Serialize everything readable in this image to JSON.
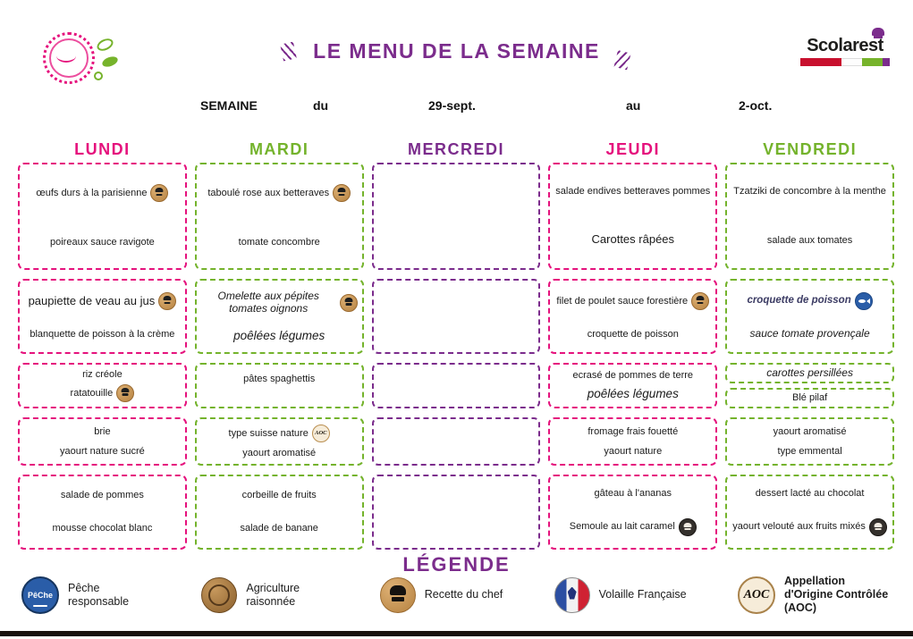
{
  "colors": {
    "pink": "#e5127d",
    "green": "#74b32c",
    "purple": "#7b2c8c",
    "accent_dish": "#3c3c64",
    "peche_blue": "#2a5da8",
    "chef_bronze": "#b5813f"
  },
  "header": {
    "title": "LE MENU DE LA SEMAINE",
    "brand": "Scolarest"
  },
  "week": {
    "label": "SEMAINE",
    "du": "du",
    "start": "29-sept.",
    "au": "au",
    "end": "2-oct."
  },
  "days": [
    {
      "name": "LUNDI",
      "color": "#e5127d",
      "rows": [
        {
          "icon": "recette-du-chef",
          "lines": [
            {
              "text": "œufs durs à la parisienne"
            },
            {
              "text": "poireaux sauce ravigote"
            }
          ]
        },
        {
          "icon": "recette-du-chef",
          "lines": [
            {
              "text": "paupiette de veau au jus"
            },
            {
              "text": "blanquette de poisson à la crème"
            }
          ]
        },
        {
          "icon": "recette-du-chef",
          "lines": [
            {
              "text": "riz créole"
            },
            {
              "text": "ratatouille"
            }
          ]
        },
        {
          "lines": [
            {
              "text": "brie"
            },
            {
              "text": "yaourt nature sucré"
            }
          ]
        },
        {
          "lines": [
            {
              "text": "salade de pommes"
            },
            {
              "text": "mousse chocolat blanc"
            }
          ]
        }
      ]
    },
    {
      "name": "MARDI",
      "color": "#74b32c",
      "rows": [
        {
          "icon": "recette-du-chef",
          "lines": [
            {
              "text": "taboulé rose aux betteraves"
            },
            {
              "text": "tomate concombre"
            }
          ]
        },
        {
          "icon": "recette-du-chef",
          "lines": [
            {
              "text": "Omelette aux pépites tomates oignons"
            },
            {
              "text": "poêlées légumes"
            }
          ]
        },
        {
          "lines": [
            {
              "text": "pâtes spaghettis"
            }
          ]
        },
        {
          "icon": "aoc",
          "lines": [
            {
              "text": "type suisse nature"
            },
            {
              "text": "yaourt aromatisé"
            }
          ]
        },
        {
          "lines": [
            {
              "text": "corbeille de fruits"
            },
            {
              "text": "salade de banane"
            }
          ]
        }
      ]
    },
    {
      "name": "MERCREDI",
      "color": "#7b2c8c",
      "rows": [
        {
          "lines": []
        },
        {
          "lines": []
        },
        {
          "lines": []
        },
        {
          "lines": []
        },
        {
          "lines": []
        }
      ]
    },
    {
      "name": "JEUDI",
      "color": "#e5127d",
      "rows": [
        {
          "lines": [
            {
              "text": "salade endives betteraves pommes"
            },
            {
              "text": "Carottes râpées"
            }
          ]
        },
        {
          "icon": "recette-du-chef",
          "lines": [
            {
              "text": "filet de poulet sauce forestière"
            },
            {
              "text": "croquette de poisson"
            }
          ]
        },
        {
          "lines": [
            {
              "text": "ecrasé de pommes de terre"
            },
            {
              "text": "poêlées légumes"
            }
          ]
        },
        {
          "lines": [
            {
              "text": "fromage frais fouetté"
            },
            {
              "text": "yaourt nature"
            }
          ]
        },
        {
          "icon": "recette-du-chef",
          "lines": [
            {
              "text": "gâteau à l'ananas"
            },
            {
              "text": "Semoule au lait caramel"
            }
          ]
        }
      ]
    },
    {
      "name": "VENDREDI",
      "color": "#74b32c",
      "rows": [
        {
          "lines": [
            {
              "text": "Tzatziki de concombre à la menthe"
            },
            {
              "text": "salade aux tomates"
            }
          ]
        },
        {
          "icon": "peche-responsable",
          "lines": [
            {
              "text": "croquette de poisson"
            },
            {
              "text": "sauce tomate provençale"
            }
          ]
        },
        {
          "lines": [
            {
              "text": "carottes persillées"
            }
          ]
        },
        {
          "lines": [
            {
              "text": "Blé pilaf"
            }
          ]
        },
        {
          "lines": [
            {
              "text": "yaourt aromatisé"
            },
            {
              "text": "type emmental"
            }
          ]
        },
        {
          "icon": "recette-du-chef",
          "lines": [
            {
              "text": "dessert lacté au chocolat"
            },
            {
              "text": "yaourt velouté aux fruits mixés"
            }
          ]
        }
      ]
    }
  ],
  "legend": {
    "title": "LÉGENDE",
    "items": [
      {
        "icon": "peche-responsable-icon",
        "label": "Pêche responsable"
      },
      {
        "icon": "agriculture-raisonnee-icon",
        "label": "Agriculture raisonnée"
      },
      {
        "icon": "recette-du-chef-icon",
        "label": "Recette du chef"
      },
      {
        "icon": "volaille-francaise-icon",
        "label": "Volaille Française"
      },
      {
        "icon": "aoc-icon",
        "label": "Appellation d'Origine Contrôlée (AOC)"
      }
    ]
  }
}
